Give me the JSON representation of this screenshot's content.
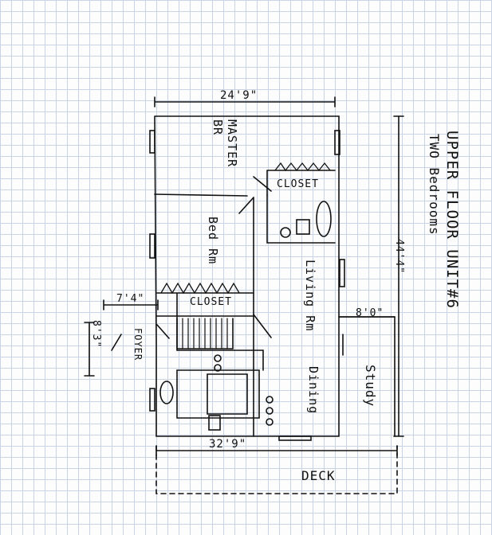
{
  "title": {
    "line1": "UPPER FLOOR UNIT#6",
    "line2": "TWO Bedrooms"
  },
  "dimensions": {
    "top_width": "24'9\"",
    "overall_depth": "44'4\"",
    "bottom_width": "32'9\"",
    "foyer_width": "7'4\"",
    "foyer_depth": "8'3\"",
    "study_width": "8'0\""
  },
  "rooms": {
    "master": "MASTER BR",
    "closet_upper": "CLOSET",
    "bed": "Bed Rm",
    "closet_lower": "CLOSET",
    "living": "Living Rm",
    "foyer": "FOYER",
    "dining": "Dining",
    "study": "Study",
    "deck": "DECK"
  }
}
